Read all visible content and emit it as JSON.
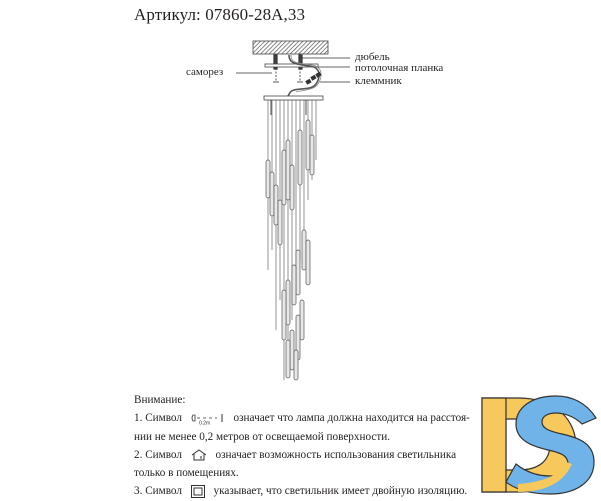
{
  "header": {
    "title": "Артикул: 07860-28A,33"
  },
  "diagram": {
    "labels": {
      "dowel": "дюбель",
      "ceiling_bar": "потолочная планка",
      "terminal_block": "клеммник",
      "screw": "саморез"
    }
  },
  "notes": {
    "heading": "Внимание:",
    "items": [
      {
        "prefix": "1. Символ",
        "symbol": "distance-0.2m-icon",
        "symbol_text": "0.2m",
        "text_line1": "означает что лампа должна находится на расстоя-",
        "text_line2": "нии не менее 0,2 метров от освещаемой поверхности."
      },
      {
        "prefix": "2. Символ",
        "symbol": "indoor-house-icon",
        "text_line1": "означает возможность использования светильника",
        "text_line2": "только в помещениях."
      },
      {
        "prefix": "3. Символ",
        "symbol": "double-insulation-icon",
        "text_line1": "указывает, что светильник имеет двойную изоляцию."
      }
    ]
  },
  "logo": {
    "text": "DS",
    "colors": {
      "d": "#f7c85c",
      "s": "#6fb3e8",
      "outline": "#333333"
    }
  }
}
